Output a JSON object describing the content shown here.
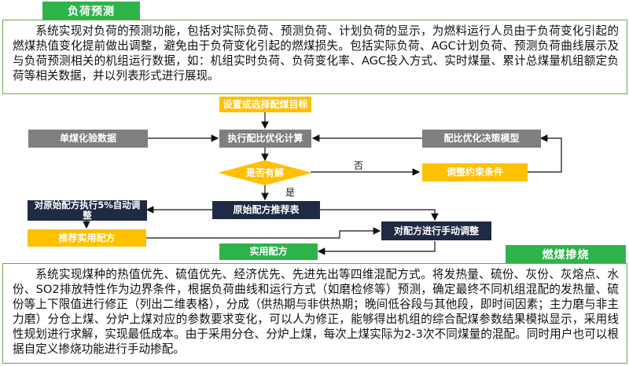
{
  "top_section": {
    "tag": "负荷预测",
    "text": "系统实现对负荷的预测功能，包括对实际负荷、预测负荷、计划负荷的显示，为燃料运行人员由于负荷变化引起的燃煤热值变化提前做出调整，避免由于负荷变化引起的燃煤损失。包括实际负荷、AGC计划负荷、预测负荷曲线展示及与负荷预测相关的机组运行数据，如：机组实时负荷、负荷变化率、AGC投入方式、实时煤量、累计总煤量机组额定负荷等相关数据，并以列表形式进行展现。"
  },
  "flowchart": {
    "set_target": "设置或选择配煤目标",
    "single_coal": "单煤化验数据",
    "execute": "执行配比优化计算",
    "decision_model": "配比优化决策模型",
    "has_solution": "是否有解",
    "no_label": "否",
    "yes_label": "是",
    "adjust_constraints": "调整约束条件",
    "original_table": "原始配方推荐表",
    "auto_adjust": "对原始配方执行5%自动调整",
    "recommend": "推荐实用配方",
    "manual_adjust": "对配方进行手动调整",
    "practical": "实用配方"
  },
  "bottom_section": {
    "tag": "燃煤掺烧",
    "text": "系统实现煤种的热值优先、硫值优先、经济优先、先进先出等四维混配方式。将发热量、硫份、灰份、灰熔点、水份、SO2排放特性作为边界条件，根据负荷曲线和运行方式（如磨检修等）预测，确定最终不同机组混配的发热量、硫份等上下限值进行修正（列出二维表格），分成（供热期与非供热期；晚间低谷段与其他段，即时间因素；主力磨与非主力磨）分仓上煤、分炉上煤对应的参数要求变化，可以人为修正，能够得出机组的综合配煤参数结果模拟显示，采用线性规划进行求解，实现最低成本。由于采用分仓、分炉上煤，每次上煤实际为2-3次不同煤量的混配。同时用户也可以根据自定义掺烧功能进行手动掺配。"
  },
  "colors": {
    "green": "#2db34a",
    "orange": "#ffc000",
    "gray": "#7f7f7f",
    "navy": "#1f2a44",
    "border": "#6aa84f"
  }
}
